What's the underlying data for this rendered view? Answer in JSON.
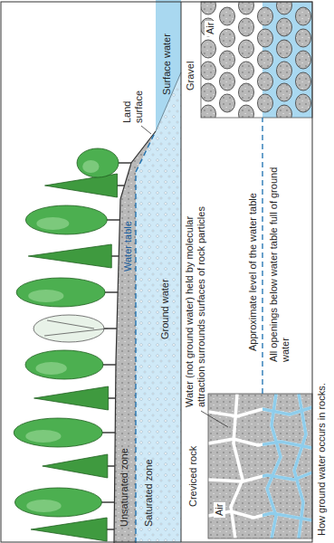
{
  "diagram": {
    "caption": "How ground water occurs in rocks.",
    "labels": [
      "Unsaturated zone",
      "Saturated zone",
      "Water table",
      "Land surface",
      "Ground water",
      "Surface water",
      "Creviced rock",
      "Air",
      "Water (not ground water) held by molecular attraction surrounds surfaces of rock particles",
      "Approximate level of the water table",
      "All openings below water table full of ground water",
      "Gravel",
      "Air"
    ]
  }
}
